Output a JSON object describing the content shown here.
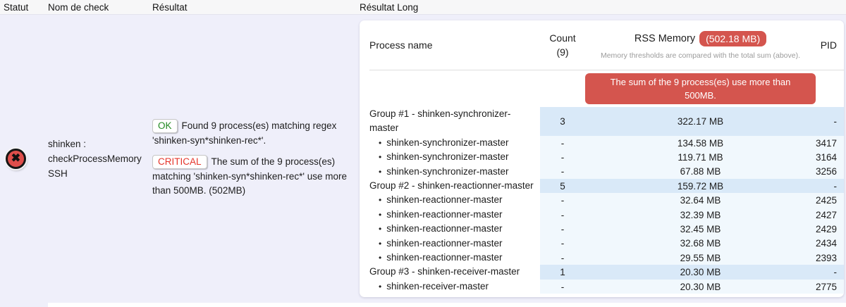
{
  "header": {
    "statut": "Statut",
    "nom_de_check": "Nom de check",
    "resultat": "Résultat",
    "resultat_long": "Résultat Long"
  },
  "icons": {
    "status_critical": "✖"
  },
  "check": {
    "name": "shinken : checkProcessMemory SSH",
    "result": {
      "ok_badge": "OK",
      "ok_text": "Found 9 process(es) matching regex 'shinken-syn*shinken-rec*'.",
      "critical_badge": "CRITICAL",
      "critical_text": "The sum of the 9 process(es) matching 'shinken-syn*shinken-rec*' use more than 500MB. (502MB)"
    },
    "result_long": {
      "headers": {
        "process_name": "Process name",
        "count_line1": "Count",
        "count_line2": "(9)",
        "rss_label": "RSS Memory",
        "rss_badge": "(502.18 MB)",
        "rss_note": "Memory thresholds are compared with the total sum (above).",
        "pid": "PID"
      },
      "alert_banner": "The sum of the 9 process(es) use more than 500MB.",
      "rows": [
        {
          "type": "group",
          "name": "Group #1 - shinken-synchronizer-master",
          "count": "3",
          "rss": "322.17 MB",
          "pid": "-"
        },
        {
          "type": "item",
          "name": "shinken-synchronizer-master",
          "count": "-",
          "rss": "134.58 MB",
          "pid": "3417"
        },
        {
          "type": "item",
          "name": "shinken-synchronizer-master",
          "count": "-",
          "rss": "119.71 MB",
          "pid": "3164"
        },
        {
          "type": "item",
          "name": "shinken-synchronizer-master",
          "count": "-",
          "rss": "67.88 MB",
          "pid": "3256"
        },
        {
          "type": "group",
          "name": "Group #2 - shinken-reactionner-master",
          "count": "5",
          "rss": "159.72 MB",
          "pid": "-"
        },
        {
          "type": "item",
          "name": "shinken-reactionner-master",
          "count": "-",
          "rss": "32.64 MB",
          "pid": "2425"
        },
        {
          "type": "item",
          "name": "shinken-reactionner-master",
          "count": "-",
          "rss": "32.39 MB",
          "pid": "2427"
        },
        {
          "type": "item",
          "name": "shinken-reactionner-master",
          "count": "-",
          "rss": "32.45 MB",
          "pid": "2429"
        },
        {
          "type": "item",
          "name": "shinken-reactionner-master",
          "count": "-",
          "rss": "32.68 MB",
          "pid": "2434"
        },
        {
          "type": "item",
          "name": "shinken-reactionner-master",
          "count": "-",
          "rss": "29.55 MB",
          "pid": "2393"
        },
        {
          "type": "group",
          "name": "Group #3 - shinken-receiver-master",
          "count": "1",
          "rss": "20.30 MB",
          "pid": "-"
        },
        {
          "type": "item",
          "name": "shinken-receiver-master",
          "count": "-",
          "rss": "20.30 MB",
          "pid": "2775"
        }
      ]
    }
  },
  "colors": {
    "danger": "#d4554e",
    "ok_green": "#218a21",
    "critical_red": "#e5352b",
    "group_row_bg": "#d9e9f8",
    "item_row_bg": "#f1f8fd",
    "page_bg": "#efeffa"
  }
}
